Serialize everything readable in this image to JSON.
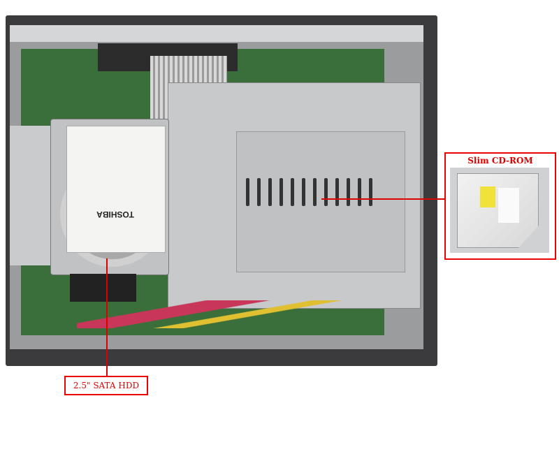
{
  "hdd": {
    "brand_text": "TOSHIBA",
    "callout_label": "2.5\" SATA HDD"
  },
  "cdrom": {
    "callout_label": "Slim CD-ROM"
  },
  "colors": {
    "callout": "#dd0000",
    "chassis": "#3b3b3d"
  }
}
